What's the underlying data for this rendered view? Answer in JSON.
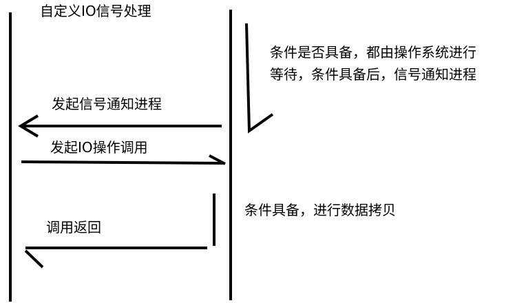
{
  "title": "自定义IO信号处理",
  "notes": {
    "wait_line1": "条件是否具备，都由操作系统进行",
    "wait_line2": "等待，条件具备后，信号通知进程",
    "ready": "条件具备，进行数据拷贝"
  },
  "messages": {
    "signal_notify": "发起信号通知进程",
    "io_call": "发起IO操作调用",
    "call_return": "调用返回"
  },
  "colors": {
    "ink": "#000000",
    "background": "#ffffff"
  }
}
